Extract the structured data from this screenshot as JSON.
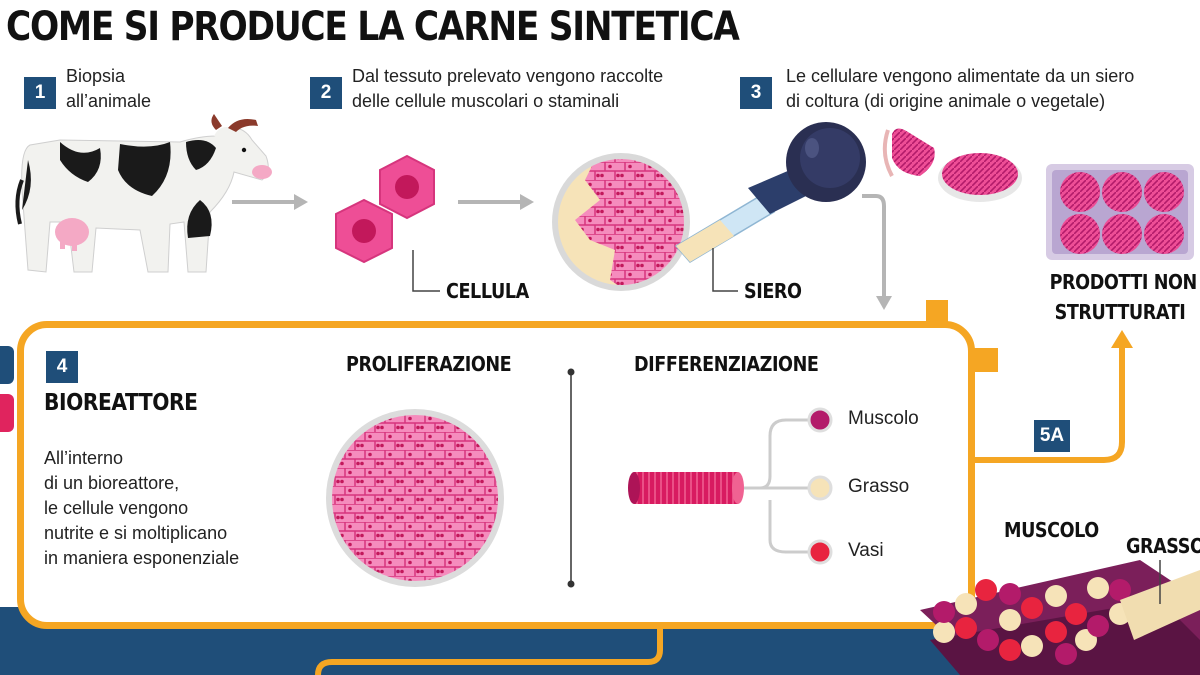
{
  "title": "COME SI PRODUCE LA CARNE SINTETICA",
  "steps": [
    {
      "num": "1",
      "text_line1": "Biopsia",
      "text_line2": "all’animale"
    },
    {
      "num": "2",
      "text_line1": "Dal tessuto prelevato vengono raccolte",
      "text_line2": "delle cellule muscolari o staminali"
    },
    {
      "num": "3",
      "text_line1": "Le cellulare vengono alimentate da un siero",
      "text_line2": "di coltura (di origine animale o vegetale)"
    }
  ],
  "labels": {
    "cellula": "CELLULA",
    "siero": "SIERO",
    "prodotti_line1": "PRODOTTI NON",
    "prodotti_line2": "STRUTTURATI",
    "step5a": "5A",
    "muscolo_caps": "MUSCOLO",
    "grasso_caps": "GRASSO"
  },
  "reactor": {
    "num": "4",
    "title": "BIOREATTORE",
    "text_lines": [
      "All’interno",
      "di un bioreattore,",
      "le cellule vengono",
      "nutrite e si moltiplicano",
      "in maniera esponenziale"
    ],
    "proliferazione": "PROLIFERAZIONE",
    "differenziazione": "DIFFERENZIAZIONE"
  },
  "differentiation": [
    {
      "label": "Muscolo",
      "color": "#b31b6a"
    },
    {
      "label": "Grasso",
      "color": "#f6e3b8"
    },
    {
      "label": "Vasi",
      "color": "#e8243f"
    }
  ],
  "colors": {
    "navy": "#1f4e79",
    "orange": "#f5a623",
    "pink": "#ee4e96",
    "magenta": "#c2185b",
    "cream": "#f6e3b8",
    "grey_arrow": "#b5b5b5"
  }
}
